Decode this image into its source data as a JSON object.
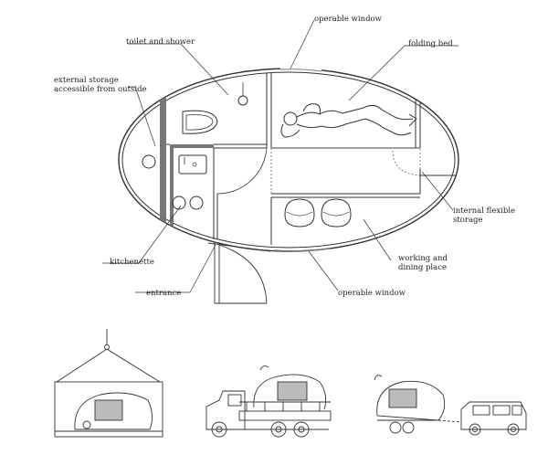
{
  "labels": {
    "operable_window_top": "operable window",
    "toilet_shower": "toilet and shower",
    "folding_bed": "folding bed",
    "external_storage_1": "external storage",
    "external_storage_2": "accessible from outside",
    "internal_storage_1": "internal flexible",
    "internal_storage_2": "storage",
    "kitchenette": "kitchenette",
    "working_dining_1": "working and",
    "working_dining_2": "dining place",
    "entrance": "entrance",
    "operable_window_bottom": "operable window"
  },
  "colors": {
    "line": "#333333",
    "wall": "#777777",
    "thin": "#555555"
  },
  "transport_views": [
    "crane-lift",
    "truck",
    "car-tow"
  ]
}
